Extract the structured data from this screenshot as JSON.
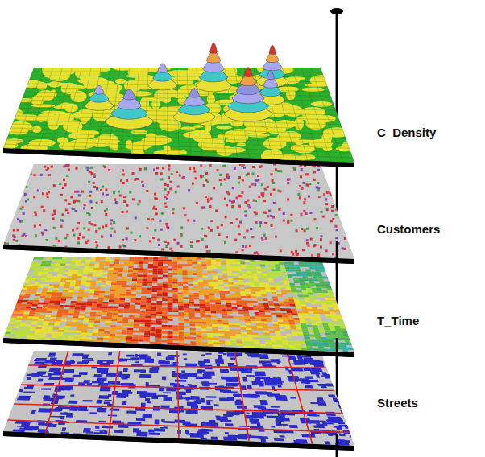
{
  "diagram": {
    "labels": [
      "C_Density",
      "Customers",
      "T_Time",
      "Streets"
    ]
  }
}
